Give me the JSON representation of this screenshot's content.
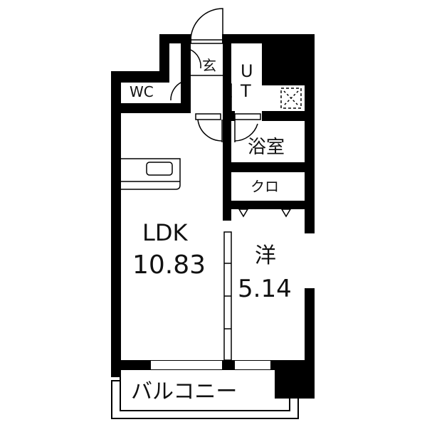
{
  "rooms": {
    "entrance": {
      "label": "玄"
    },
    "utility": {
      "label_line1": "U",
      "label_line2": "T"
    },
    "toilet": {
      "label": "WC"
    },
    "bath": {
      "label": "浴室"
    },
    "closet": {
      "label": "クロ"
    },
    "ldk": {
      "label": "LDK",
      "area": "10.83"
    },
    "western": {
      "label": "洋",
      "area": "5.14"
    },
    "balcony": {
      "label": "バルコニー"
    }
  },
  "colors": {
    "wall": "#000000",
    "background": "#ffffff"
  }
}
